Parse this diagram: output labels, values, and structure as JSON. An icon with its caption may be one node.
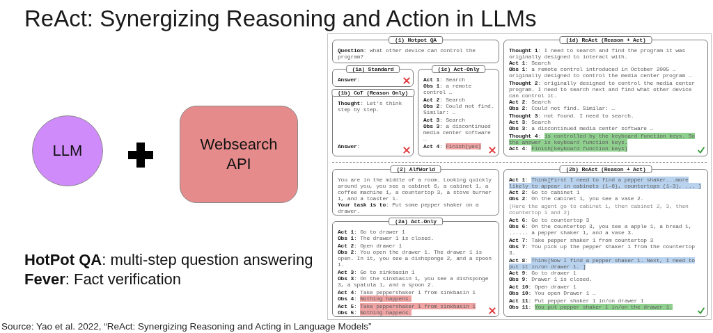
{
  "diagram": {
    "title": "ReAct: Synergizing Reasoning and Action in LLMs",
    "caption": "Source: Yao et al. 2022, “ReAct: Synergizing Reasoning and Acting in Language Models”",
    "nodes": [
      {
        "text": [
          "LLM"
        ]
      },
      {
        "text": [
          "Websearch API"
        ]
      },
      {
        "text": [
          "(1) Hotpot QA",
          "**Question**: what other device can control the program?"
        ]
      },
      {
        "text": [
          "(1a) Standard",
          "**Answer**:"
        ]
      },
      {
        "text": [
          "(1b) CoT (Reason Only)",
          "**Thought**: Let's think step by step.",
          "**Answer**:"
        ]
      },
      {
        "text": [
          "(1c) Act-Only",
          "**Act 1**: Search",
          "**Obs 1**: a remote control …",
          "**Act 2**: Search",
          "**Obs 2**: Could not find. Similar: …",
          "**Act 3**: Search",
          "**Obs 3**: a discontinued media center software …",
          "**Act 4**: Finish[yes]"
        ]
      },
      {
        "text": [
          "(1d) ReAct (Reason + Act)",
          "**Thought 1**: I need to search and find the program it was originally designed to interact with.",
          "**Act 1**: Search",
          "**Obs 1**: a remote control introduced in October 2005 … originally designed to control the media center program …",
          "**Thought 2**: originally designed to control the media center program. I need to search next and find what other device can control it.",
          "**Act 2**: Search",
          "**Obs 2**: Could not find. Similar: …",
          "**Thought 3**: not found. I need to search.",
          "**Act 3**: Search",
          "**Obs 3**: a discontinued media center software …",
          "**Thought 4**: is controlled by the keyboard function keys. So the answer is keyboard function keys.",
          "**Act 4**: Finish[keyboard function keys]"
        ]
      },
      {
        "text": [
          "(2) AlfWorld",
          "You are in the middle of a room. Looking quickly around you, you see a cabinet 6, a cabinet 1, a coffee machine 1, a countertop 3, a stove burner 1, and a toaster 1.",
          "**Your task is to**: Put some pepper shaker on a drawer."
        ]
      },
      {
        "text": [
          "(2a) Act-Only",
          "**Act 1**: Go to drawer 1",
          "**Obs 1**: The drawer 1 is closed.",
          "**Act 2**: Open drawer 1",
          "**Obs 2**: You open the drawer 1. The drawer 1 is open. In it, you see a dishsponge 2, and a spoon 1.",
          "**Act 3**: Go to sinkbasin 1",
          "**Obs 3**: On the sinkbasin 1, you see a dishsponge 3, a spatula 1, and a spoon 2.",
          "**Act 4**: Take peppershaker 1 from sinkbasin 1",
          "**Obs 4**: Nothing happens.",
          "**Act 5**: Take peppershaker 1 from sinkbasin 1",
          "**Obs 5**: Nothing happens."
        ]
      },
      {
        "text": [
          "(2b) ReAct (Reason + Act)",
          "**Act 1**: Think[First I need to find a pepper shaker...more likely to appear in cabinets (1-6), countertops (1-3), ... ]",
          "**Act 2**: Go to cabinet 1",
          "**Obs 2**: On the cabinet 1, you see a vase 2.",
          "(Here the agent go to cabinet 1, then cabinet 2, 3, then countertop 1 and 2)",
          "**Act 6**: Go to countertop 3",
          "**Obs 6**: On the countertop 3, you see a apple 1, a bread 1, ...... a pepper shaker 1, and a vase 3.",
          "**Act 7**: Take pepper shaker 1 from countertop 3",
          "**Obs 7**: You pick up the pepper shaker 1 from the countertop 3.",
          "**Act 8**: Think[Now I find a pepper shaker 1. Next, I need to put it in/on drawer 1. ]",
          "**Act 9**: Go to drawer 1",
          "**Obs 9**: Drawer 1 is closed.",
          "**Act 10**: Open drawer 1",
          "**Obs 10**: You open Drawer 1 …",
          "**Act 11**: Put pepper shaker 1 in/on drawer 1",
          "**Obs 11**: You put pepper shaker 1 in/on the drawer 1."
        ]
      }
    ],
    "labels": [
      "**HotPot QA**: multi-step question answering",
      "**Fever**: Fact verification"
    ]
  }
}
